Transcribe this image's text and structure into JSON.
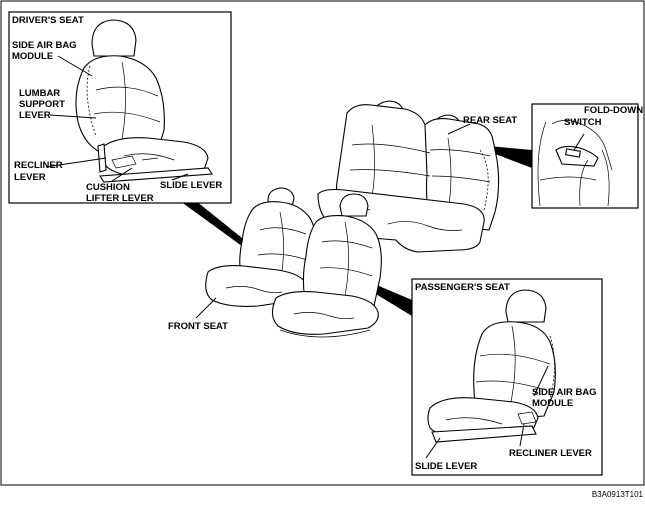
{
  "drivers_seat": {
    "title": "DRIVER'S SEAT",
    "side_air_bag_line1": "SIDE AIR BAG",
    "side_air_bag_line2": "MODULE",
    "lumbar_line1": "LUMBAR",
    "lumbar_line2": "SUPPORT",
    "lumbar_line3": "LEVER",
    "recliner_line1": "RECLINER",
    "recliner_line2": "LEVER",
    "cushion_line1": "CUSHION",
    "cushion_line2": "LIFTER  LEVER",
    "slide_lever": "SLIDE LEVER"
  },
  "rear_seat_label": "REAR SEAT",
  "fold_down": {
    "line1": "FOLD-DOWN",
    "line2": "SWITCH"
  },
  "front_seat_label": "FRONT SEAT",
  "passengers_seat": {
    "title": "PASSENGER'S SEAT",
    "side_air_bag_line1": "SIDE AIR BAG",
    "side_air_bag_line2": "MODULE",
    "recliner_lever": "RECLINER LEVER",
    "slide_lever": "SLIDE LEVER"
  },
  "figure_code": "B3A0913T101"
}
